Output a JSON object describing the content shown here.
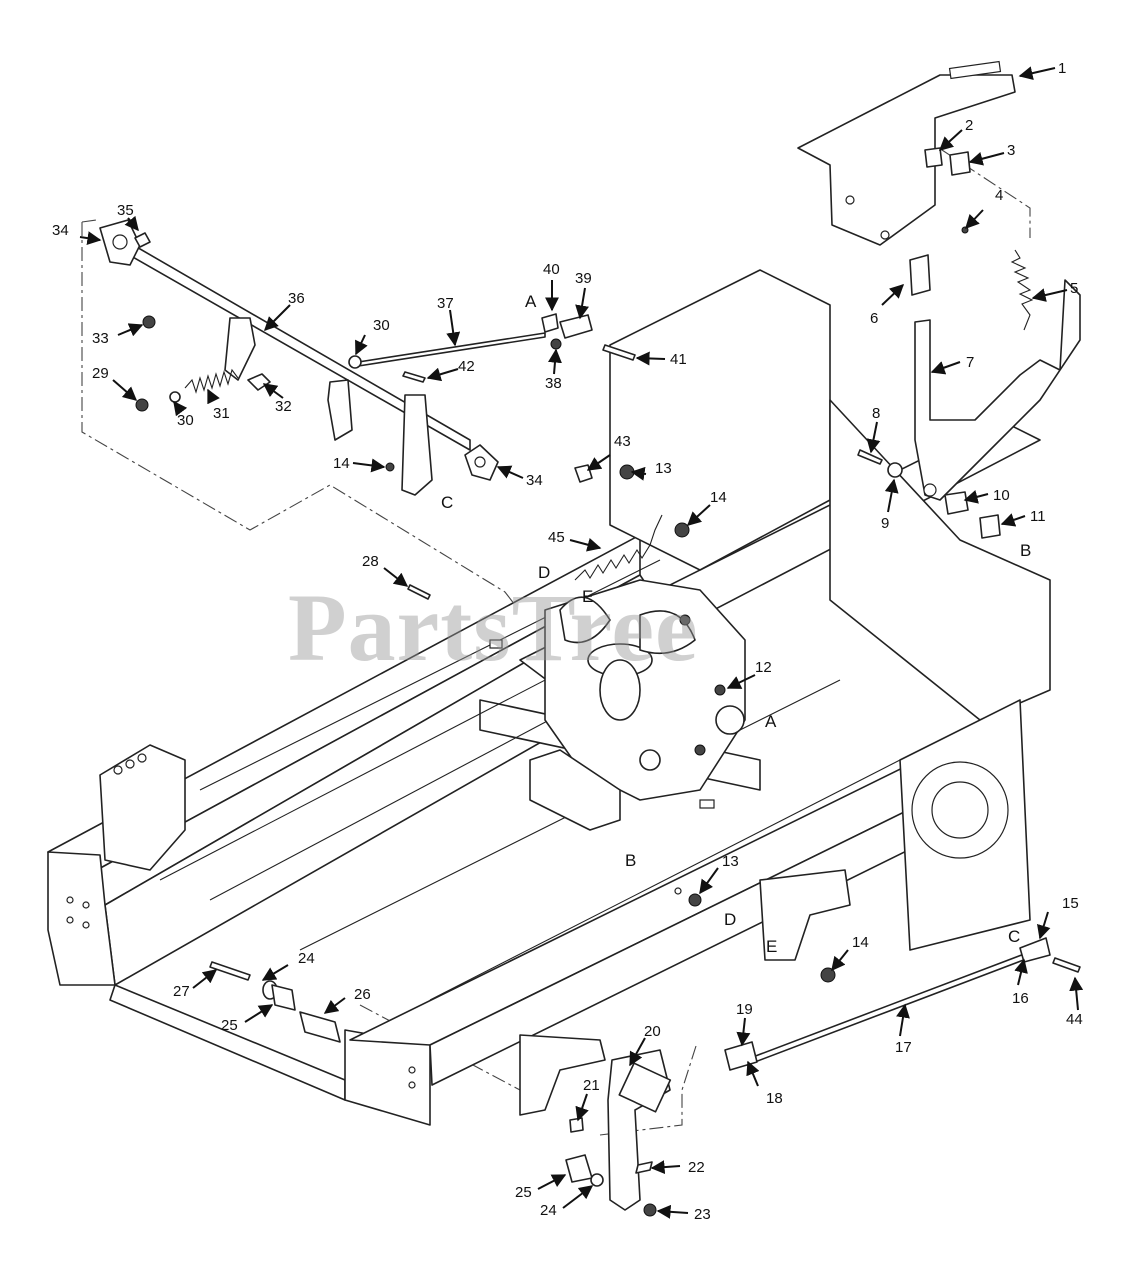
{
  "watermark": "PartsTree",
  "callouts": [
    "1",
    "2",
    "3",
    "4",
    "5",
    "6",
    "7",
    "8",
    "9",
    "10",
    "11",
    "12",
    "13",
    "14",
    "15",
    "16",
    "17",
    "18",
    "19",
    "20",
    "21",
    "22",
    "23",
    "24",
    "25",
    "26",
    "27",
    "28",
    "29",
    "30",
    "31",
    "32",
    "33",
    "34",
    "35",
    "36",
    "37",
    "38",
    "39",
    "40",
    "41",
    "42",
    "43",
    "44",
    "45"
  ],
  "reference_letters": [
    "A",
    "B",
    "C",
    "D",
    "E"
  ]
}
